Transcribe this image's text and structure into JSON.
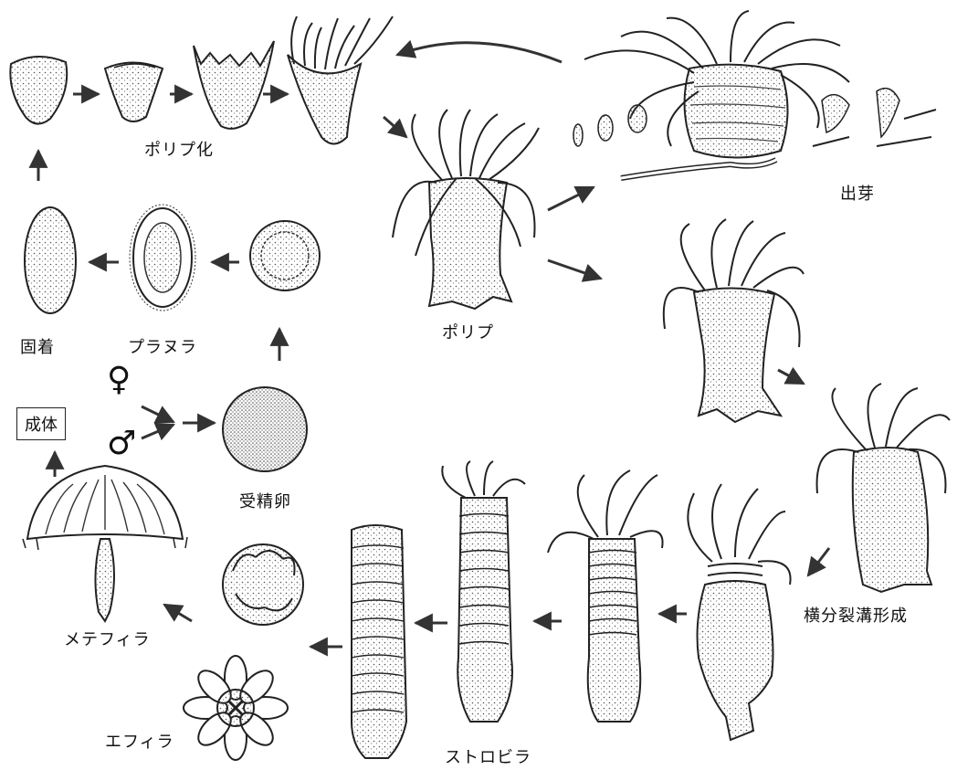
{
  "labels": {
    "polyp_formation": "ポリプ化",
    "attachment": "固着",
    "planula": "プラヌラ",
    "polyp": "ポリプ",
    "budding": "出芽",
    "adult": "成体",
    "fertilized_egg": "受精卵",
    "transverse_fission": "横分裂溝形成",
    "metephyra": "メテフィラ",
    "ephyra": "エフィラ",
    "strobila": "ストロビラ"
  },
  "symbols": {
    "female": "♀",
    "male": "♂"
  },
  "colors": {
    "ink": "#222222",
    "stipple": "#555555",
    "background": "#ffffff"
  }
}
